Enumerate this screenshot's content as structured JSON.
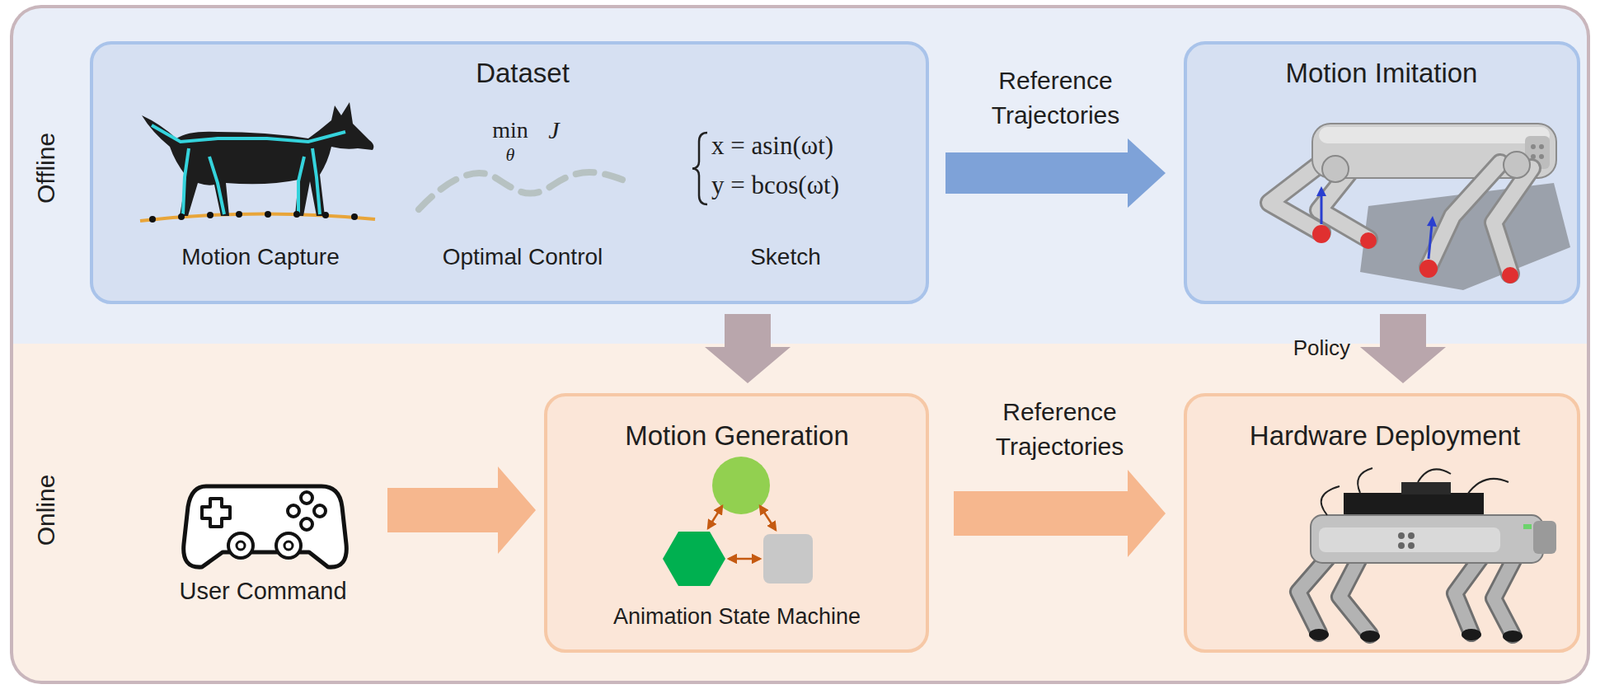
{
  "diagram": {
    "nodes": [
      {
        "text": [
          "Offline"
        ]
      },
      {
        "text": [
          "Dataset",
          "Motion Capture",
          "Optimal Control",
          "Sketch"
        ],
        "in": 0
      },
      {
        "text": [
          "Motion Imitation"
        ],
        "in": 0
      },
      {
        "text": [
          "Online"
        ]
      },
      {
        "text": [
          "User Command"
        ],
        "in": 3
      },
      {
        "text": [
          "Motion Generation",
          "Animation State Machine"
        ],
        "in": 3
      },
      {
        "text": [
          "Hardware Deployment"
        ],
        "in": 3
      }
    ],
    "edges": [
      {
        "from": 1,
        "to": 2,
        "arrow": "to",
        "label": "Reference Trajectories"
      },
      {
        "from": 1,
        "to": 5,
        "arrow": "to"
      },
      {
        "from": 2,
        "to": 6,
        "arrow": "to",
        "label": "Policy"
      },
      {
        "from": 4,
        "to": 5,
        "arrow": "to"
      },
      {
        "from": 5,
        "to": 6,
        "arrow": "to",
        "label": "Reference Trajectories"
      }
    ],
    "labels": [
      "min",
      "θ",
      "J",
      "x = asin(ωt)",
      "y = bcos(ωt)"
    ]
  }
}
